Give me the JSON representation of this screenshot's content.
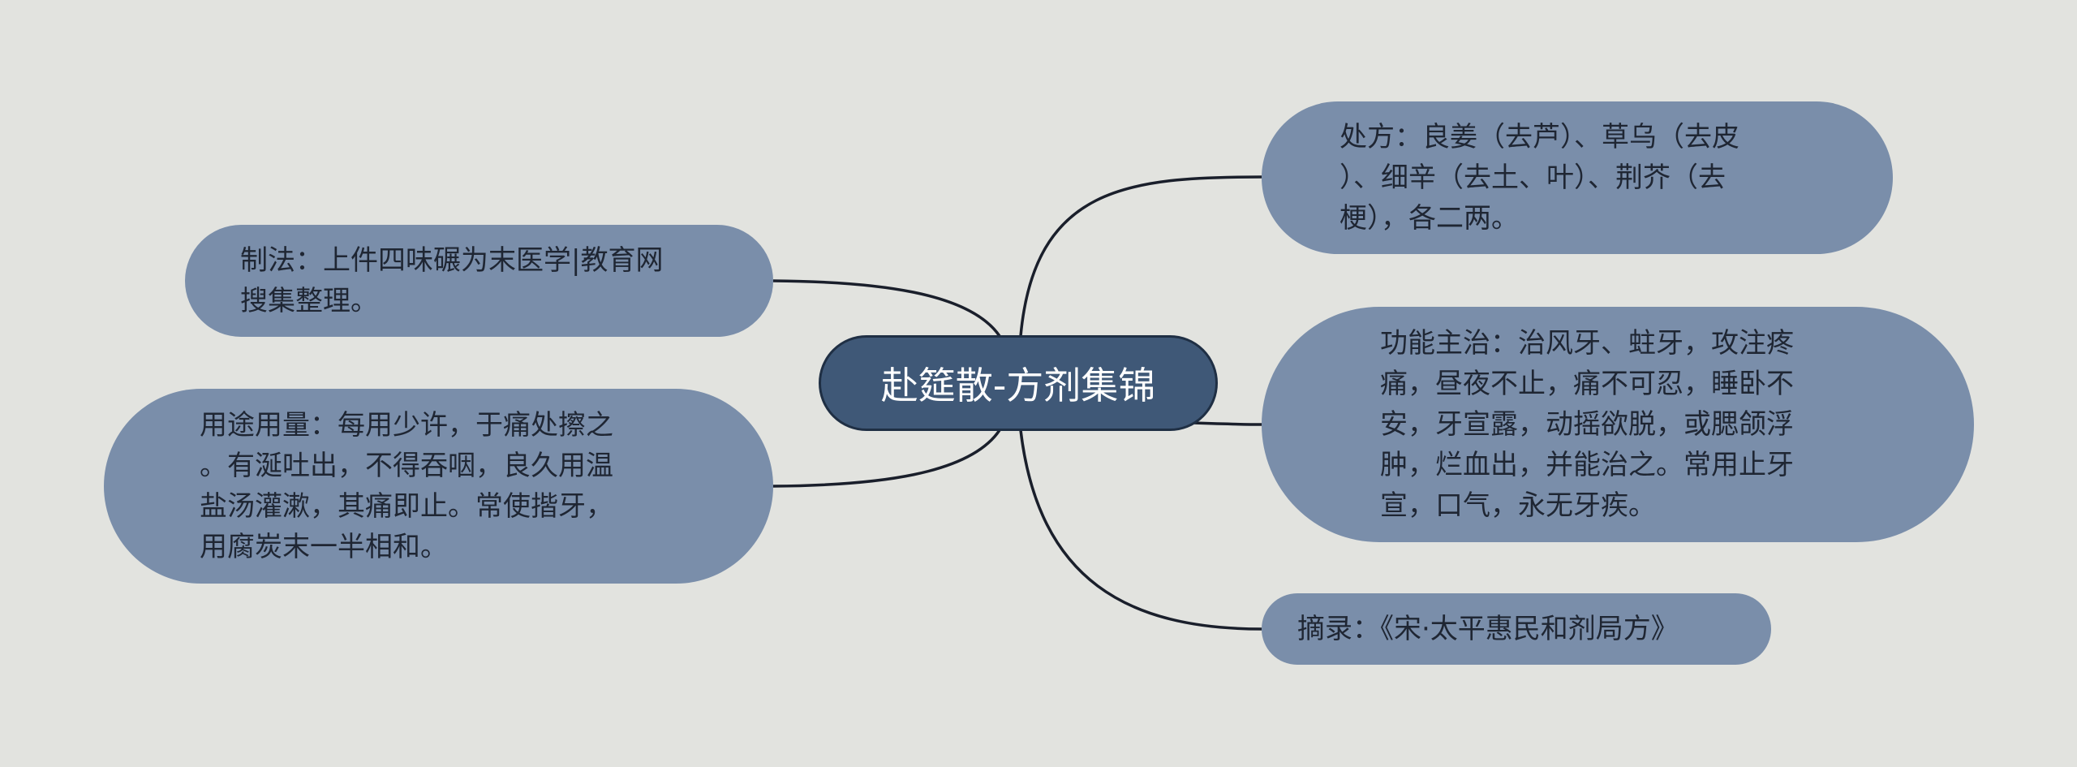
{
  "root": {
    "label": "赴筵散-方剂集锦"
  },
  "branches": {
    "prescription": "处方：良姜（去芦）、草乌（去皮\n）、细辛（去土、叶）、荆芥（去\n梗），各二两。",
    "preparation": "制法：上件四味碾为末医学|教育网\n搜集整理。",
    "functions": "功能主治：治风牙、蛀牙，攻注疼\n痛，昼夜不止，痛不可忍，睡卧不\n安，牙宣露，动摇欲脱，或腮颌浮\n肿，烂血出，并能治之。常用止牙\n宣，口气，永无牙疾。",
    "usage": "用途用量：每用少许，于痛处擦之\n。有涎吐出，不得吞咽，良久用温\n盐汤灌漱，其痛即止。常使揩牙，\n用腐炭末一半相和。",
    "source": "摘录：《宋·太平惠民和剂局方》"
  },
  "colors": {
    "background": "#e2e3df",
    "root_fill": "#3f5877",
    "node_fill": "#7a8eaa",
    "edge": "#1a1f2b"
  }
}
